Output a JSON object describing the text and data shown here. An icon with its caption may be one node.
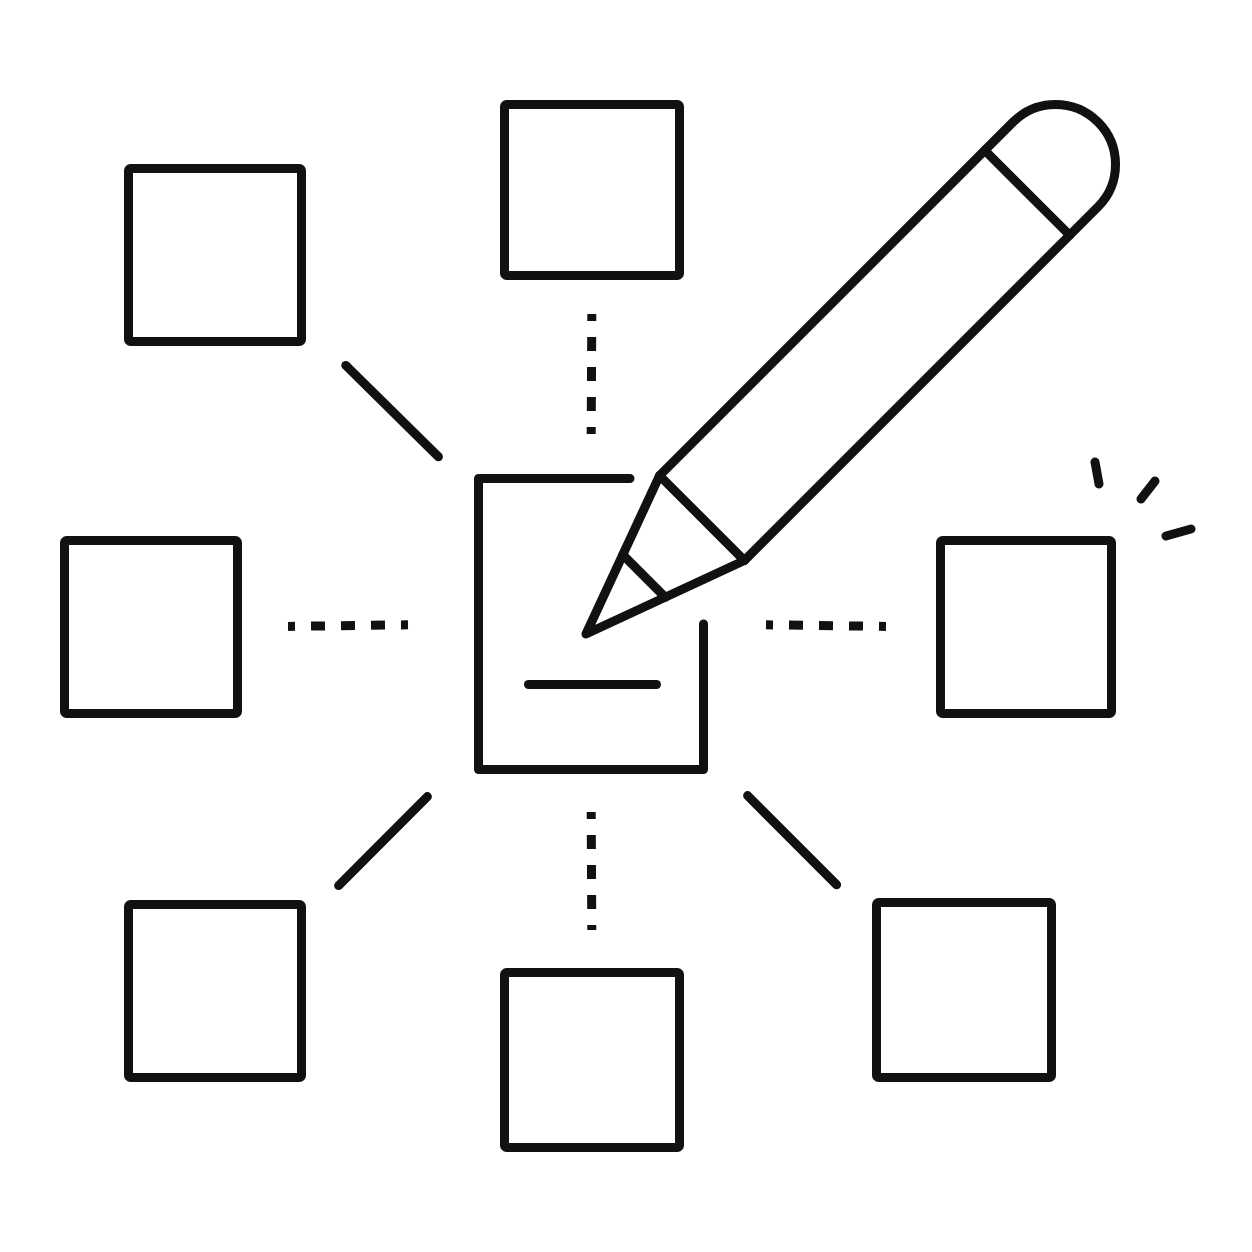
{
  "diagram": {
    "nodes": [
      {
        "text": [],
        "shape": "box"
      },
      {
        "text": [],
        "shape": "box"
      },
      {
        "text": [],
        "shape": "box"
      },
      {
        "text": [],
        "shape": "box"
      },
      {
        "text": [],
        "shape": "box"
      },
      {
        "text": [],
        "shape": "box"
      },
      {
        "text": [],
        "shape": "box"
      },
      {
        "text": [],
        "shape": "box"
      }
    ],
    "edges": [
      {
        "from": 3,
        "to": 0,
        "arrow": "none",
        "style": "dashed"
      },
      {
        "from": 3,
        "to": 1,
        "arrow": "none"
      },
      {
        "from": 3,
        "to": 2,
        "arrow": "none",
        "style": "dashed"
      },
      {
        "from": 3,
        "to": 4,
        "arrow": "none",
        "style": "dashed"
      },
      {
        "from": 3,
        "to": 5,
        "arrow": "none"
      },
      {
        "from": 3,
        "to": 6,
        "arrow": "none"
      },
      {
        "from": 3,
        "to": 7,
        "arrow": "none",
        "style": "dashed"
      }
    ]
  }
}
